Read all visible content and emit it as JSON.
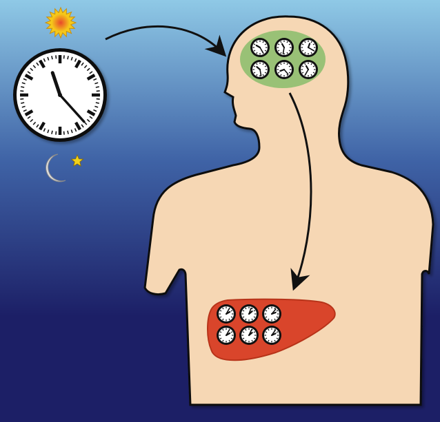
{
  "diagram": {
    "colors": {
      "sky_top": "#8fc9e6",
      "sky_mid": "#3f63a6",
      "sky_bottom": "#1c1f66",
      "skin": "#f6d7b4",
      "skin_outline": "#111111",
      "brain_region": "#8fbf6f",
      "liver": "#d9452b",
      "liver_edge": "#b73319",
      "sun_outer": "#f5c81a",
      "sun_inner": "#e8482b",
      "moon": "#cfcfcf",
      "star": "#f2d21b",
      "arrow": "#111111",
      "clock_face": "#ffffff"
    },
    "icons": {
      "sun": "sun-icon",
      "moon": "moon-icon",
      "star": "star-icon",
      "wall_clock": "wall-clock-icon",
      "brain_clock": "clock-icon",
      "liver_clock": "clock-icon"
    },
    "wall_clock_time": {
      "hour": 11,
      "minute": 23
    },
    "brain_clock_count": 6,
    "liver_clock_count": 6
  }
}
